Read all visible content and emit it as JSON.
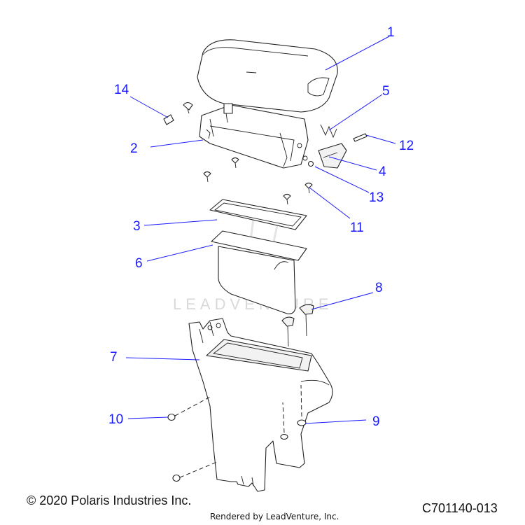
{
  "diagram": {
    "callouts": [
      {
        "label": "1"
      },
      {
        "label": "2"
      },
      {
        "label": "3"
      },
      {
        "label": "4"
      },
      {
        "label": "5"
      },
      {
        "label": "6"
      },
      {
        "label": "7"
      },
      {
        "label": "8"
      },
      {
        "label": "9"
      },
      {
        "label": "10"
      },
      {
        "label": "11"
      },
      {
        "label": "12"
      },
      {
        "label": "13"
      },
      {
        "label": "14"
      }
    ],
    "watermark": "LEADVENTURE",
    "callout_color": "#1a1aff"
  },
  "footer": {
    "copyright": "© 2020 Polaris Industries Inc.",
    "rendered_by": "Rendered by LeadVenture, Inc.",
    "drawing_number": "C701140-013"
  }
}
